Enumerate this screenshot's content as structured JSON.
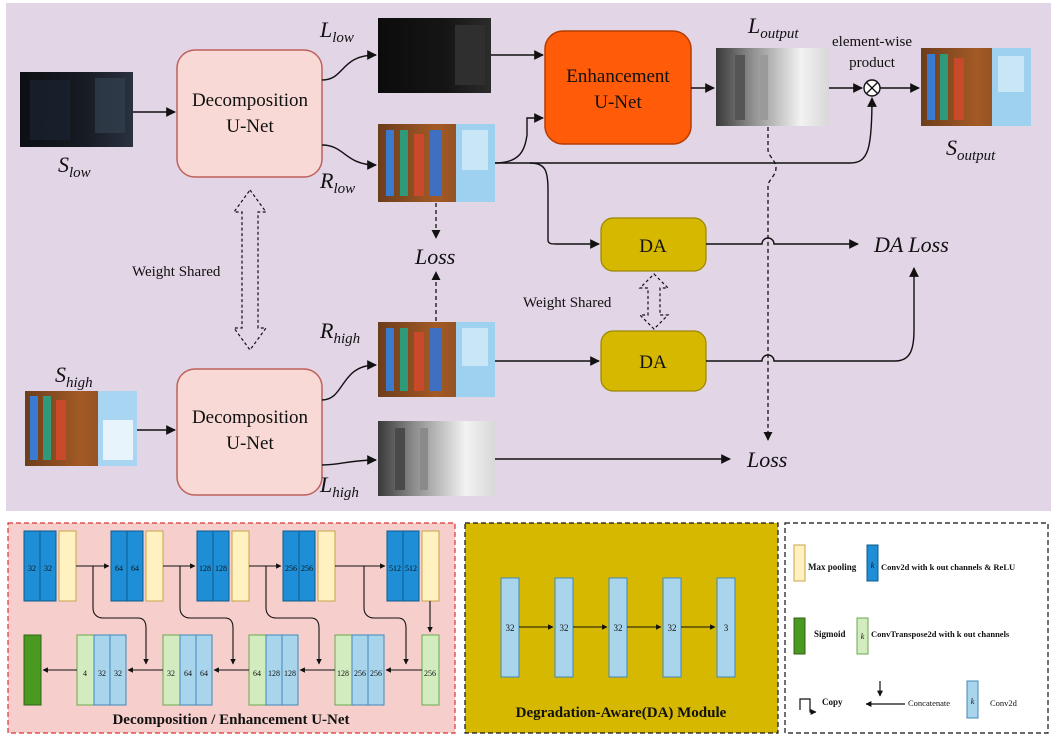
{
  "pipeline": {
    "s_low": {
      "base": "S",
      "sub": "low"
    },
    "s_high": {
      "base": "S",
      "sub": "high"
    },
    "l_low": {
      "base": "L",
      "sub": "low"
    },
    "l_high": {
      "base": "L",
      "sub": "high"
    },
    "r_low": {
      "base": "R",
      "sub": "low"
    },
    "r_high": {
      "base": "R",
      "sub": "high"
    },
    "l_output": {
      "base": "L",
      "sub": "output"
    },
    "s_output": {
      "base": "S",
      "sub": "output"
    },
    "decomp_top": [
      "Decomposition",
      "U-Net"
    ],
    "decomp_bottom": [
      "Decomposition",
      "U-Net"
    ],
    "enhancement": [
      "Enhancement",
      "U-Net"
    ],
    "elementwise": [
      "element-wise",
      "product"
    ],
    "weight_shared_left": "Weight Shared",
    "weight_shared_mid": "Weight Shared",
    "da_top": "DA",
    "da_bottom": "DA",
    "da_loss": "DA Loss",
    "loss_mid": "Loss",
    "loss_right": "Loss"
  },
  "unet_panel": {
    "title": "Decomposition / Enhancement U-Net",
    "encoder": [
      [
        "32",
        "32"
      ],
      [
        "64",
        "64"
      ],
      [
        "128",
        "128"
      ],
      [
        "256",
        "256"
      ],
      [
        "512",
        "512"
      ]
    ],
    "decoder": [
      [
        "4",
        "32",
        "32"
      ],
      [
        "32",
        "64",
        "64"
      ],
      [
        "64",
        "128",
        "128"
      ],
      [
        "128",
        "256",
        "256"
      ],
      [
        "256"
      ]
    ]
  },
  "da_panel": {
    "title": "Degradation-Aware(DA) Module",
    "layers": [
      "32",
      "32",
      "32",
      "32",
      "3"
    ]
  },
  "legend": {
    "max_pooling": "Max pooling",
    "conv_relu": "Conv2d with k out channels & ReLU",
    "sigmoid": "Sigmoid",
    "conv_transpose": "ConvTranspose2d with k out channels",
    "copy": "Copy",
    "concatenate": "Concatenate",
    "conv2d": "Conv2d",
    "k_symbol": "k"
  },
  "colors": {
    "background": "#e2d5e6",
    "decomp_fill": "#f8d9d5",
    "decomp_stroke": "#c0605a",
    "enhance_fill": "#ff5b08",
    "da_fill": "#d6b800",
    "conv_blue": "#1e8fd6",
    "pool_yellow": "#fff2c0",
    "sigmoid_green": "#4a9a22",
    "transpose_green": "#d2ecc0",
    "da_layer_blue": "#a8d4ec"
  }
}
